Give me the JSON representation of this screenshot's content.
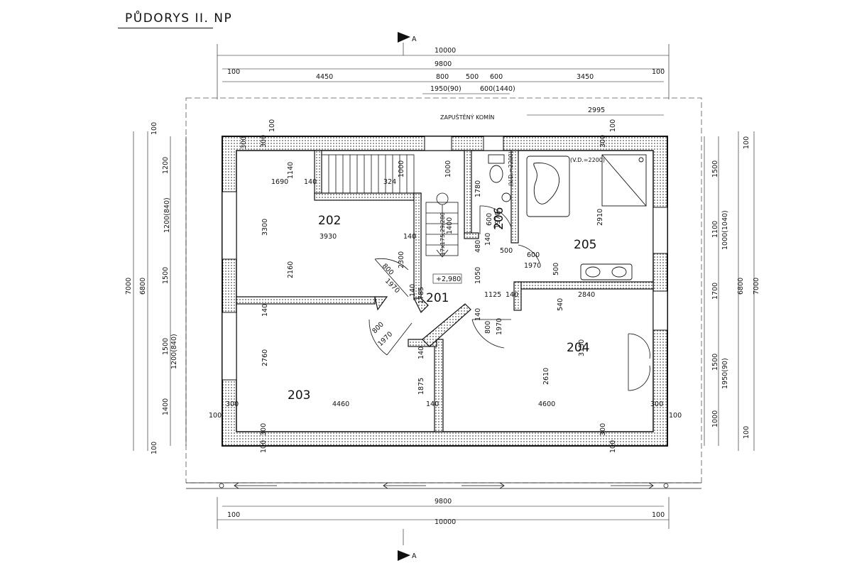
{
  "title": "PŮDORYS II. NP",
  "section_marker": "A",
  "note_chimney": "ZAPUŠTĚNÝ KOMÍN",
  "level_mark": "+2,980",
  "stair_note": "17x175,29/280",
  "bath_note": "(V.D.=2200)",
  "toilet_note": "(V.D.=2200)",
  "rooms": {
    "r201": "201",
    "r202": "202",
    "r203": "203",
    "r204": "204",
    "r205": "205",
    "r206": "206"
  },
  "dims": {
    "top_overall": "10000",
    "top_inner": "9800",
    "top_100_left": "100",
    "top_100_right": "100",
    "top_4450": "4450",
    "top_800": "800",
    "top_500": "500",
    "top_600": "600",
    "top_3450": "3450",
    "top_1950_90": "1950(90)",
    "top_600_1440": "600(1440)",
    "top_2995": "2995",
    "bot_inner": "9800",
    "bot_overall": "10000",
    "bot_100_left": "100",
    "bot_100_right": "100",
    "left_7000": "7000",
    "left_6800": "6800",
    "left_100_top": "100",
    "left_100_bot": "100",
    "left_1200": "1200",
    "left_1200_840_a": "1200(840)",
    "left_1500": "1500",
    "left_1500_b": "1500",
    "left_1200_840_b": "1200(840)",
    "left_1400": "1400",
    "right_7000": "7000",
    "right_6800": "6800",
    "right_100_top": "100",
    "right_100_bot": "100",
    "right_1500": "1500",
    "right_1100": "1100",
    "right_1000_1040": "1000(1040)",
    "right_1700": "1700",
    "right_1500_b": "1500",
    "right_1950_90": "1950(90)",
    "right_1000": "1000",
    "in_300_a": "300",
    "in_100_a": "100",
    "in_300_b": "300",
    "in_100_b": "100",
    "in_300_c": "300",
    "in_100_c": "100",
    "in_300_d": "300",
    "in_100_d": "100",
    "in_300_e": "300",
    "in_100_e": "100",
    "in_300_f": "300",
    "in_100_f": "100",
    "in_1140": "1140",
    "in_1690": "1690",
    "in_140_a": "140",
    "in_324": "324",
    "in_1000_a": "1000",
    "in_1000_b": "1000",
    "in_3300": "3300",
    "in_3930": "3930",
    "in_2160": "2160",
    "in_140_b": "140",
    "in_2300": "2300",
    "in_800_a": "800",
    "in_1970_a": "1970",
    "in_140_c": "140",
    "in_1785": "1785",
    "in_1400": "1400",
    "in_1780": "1780",
    "in_600_a": "600",
    "in_1970_b": "1970",
    "in_480": "480",
    "in_140_d": "140",
    "in_500_a": "500",
    "in_600_b": "600",
    "in_1970_c": "1970",
    "in_500_b": "500",
    "in_1050": "1050",
    "in_1125": "1125",
    "in_140_e": "140",
    "in_2910": "2910",
    "in_2840": "2840",
    "in_540": "540",
    "in_140_f": "140",
    "in_800_b": "800",
    "in_1970_d": "1970",
    "in_800_c": "800",
    "in_1970_e": "1970",
    "in_140_g": "140",
    "in_2760": "2760",
    "in_1875": "1875",
    "in_140_h": "140",
    "in_4460": "4460",
    "in_140_i": "140",
    "in_4600": "4600",
    "in_2610": "2610",
    "in_3150": "3150"
  }
}
